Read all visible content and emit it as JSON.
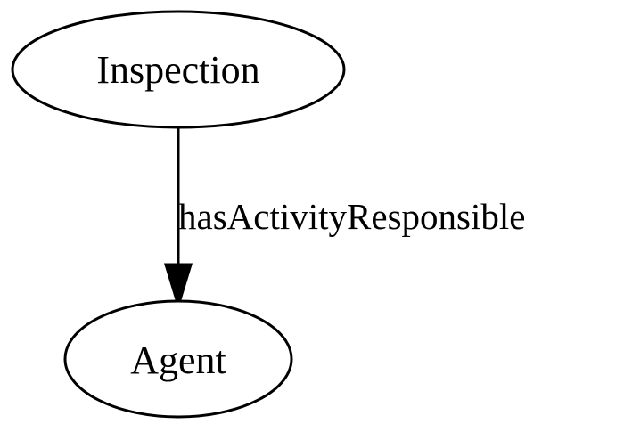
{
  "graph": {
    "nodes": [
      {
        "id": "inspection",
        "label": "Inspection",
        "shape": "ellipse"
      },
      {
        "id": "agent",
        "label": "Agent",
        "shape": "ellipse"
      }
    ],
    "edges": [
      {
        "from": "inspection",
        "to": "agent",
        "label": "hasActivityResponsible"
      }
    ],
    "colors": {
      "stroke": "#000000",
      "fill": "#ffffff",
      "text": "#000000"
    }
  }
}
